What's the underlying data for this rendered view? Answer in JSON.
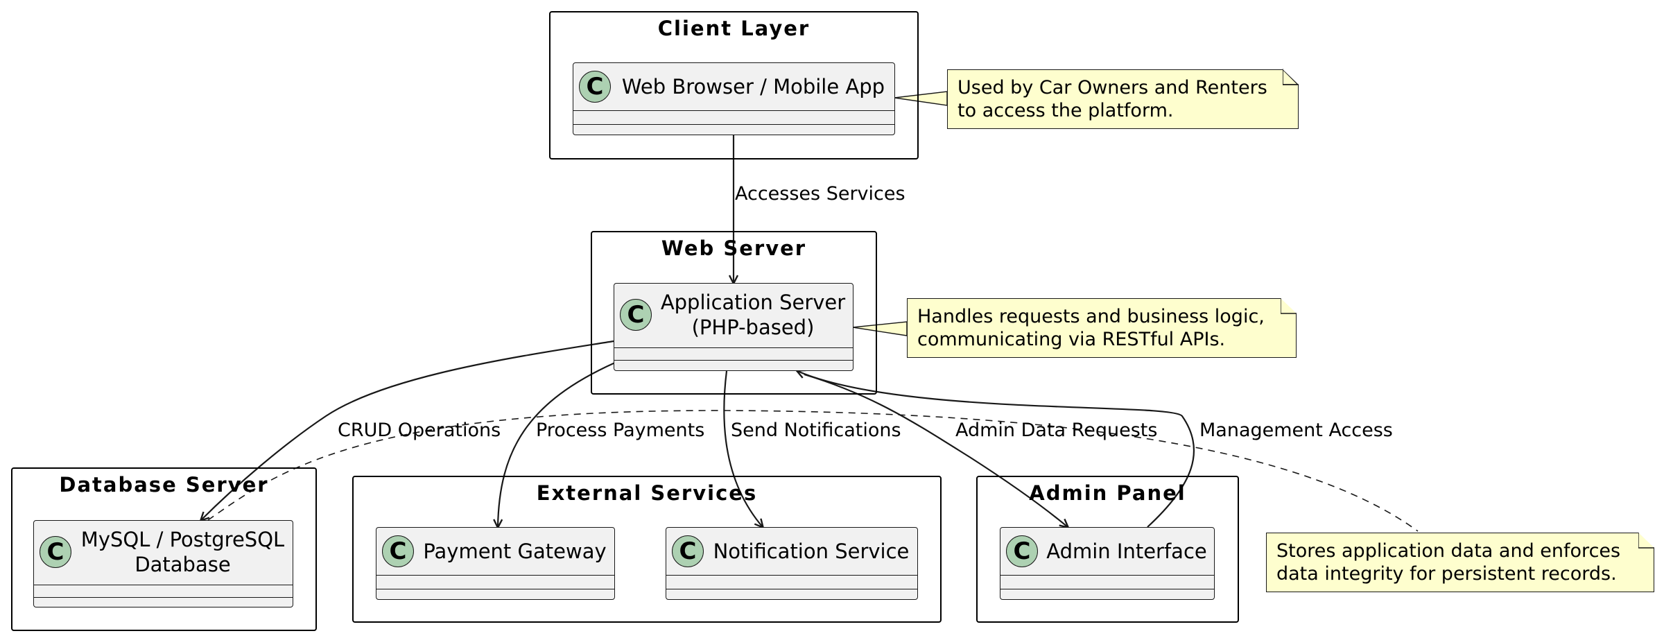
{
  "packages": {
    "client": "Client Layer",
    "web": "Web Server",
    "database": "Database Server",
    "external": "External Services",
    "admin": "Admin Panel"
  },
  "classes": {
    "browser": "Web Browser / Mobile App",
    "app_server_line1": "Application Server",
    "app_server_line2": "(PHP-based)",
    "db_line1": "MySQL / PostgreSQL",
    "db_line2": "Database",
    "payment": "Payment Gateway",
    "notification": "Notification Service",
    "admin_interface": "Admin Interface",
    "icon_letter": "C"
  },
  "notes": {
    "client": "Used by Car Owners and Renters\nto access the platform.",
    "web": "Handles requests and business logic,\ncommunicating via RESTful APIs.",
    "database": "Stores application data and enforces\ndata integrity for persistent records."
  },
  "edges": {
    "accesses": "Accesses Services",
    "crud": "CRUD Operations",
    "payments": "Process Payments",
    "notifications": "Send Notifications",
    "admin_data": "Admin Data Requests",
    "management": "Management Access"
  },
  "colors": {
    "class_fill": "#f1f1f1",
    "class_icon": "#add1b2",
    "note_fill": "#fefece",
    "stroke": "#181818"
  }
}
